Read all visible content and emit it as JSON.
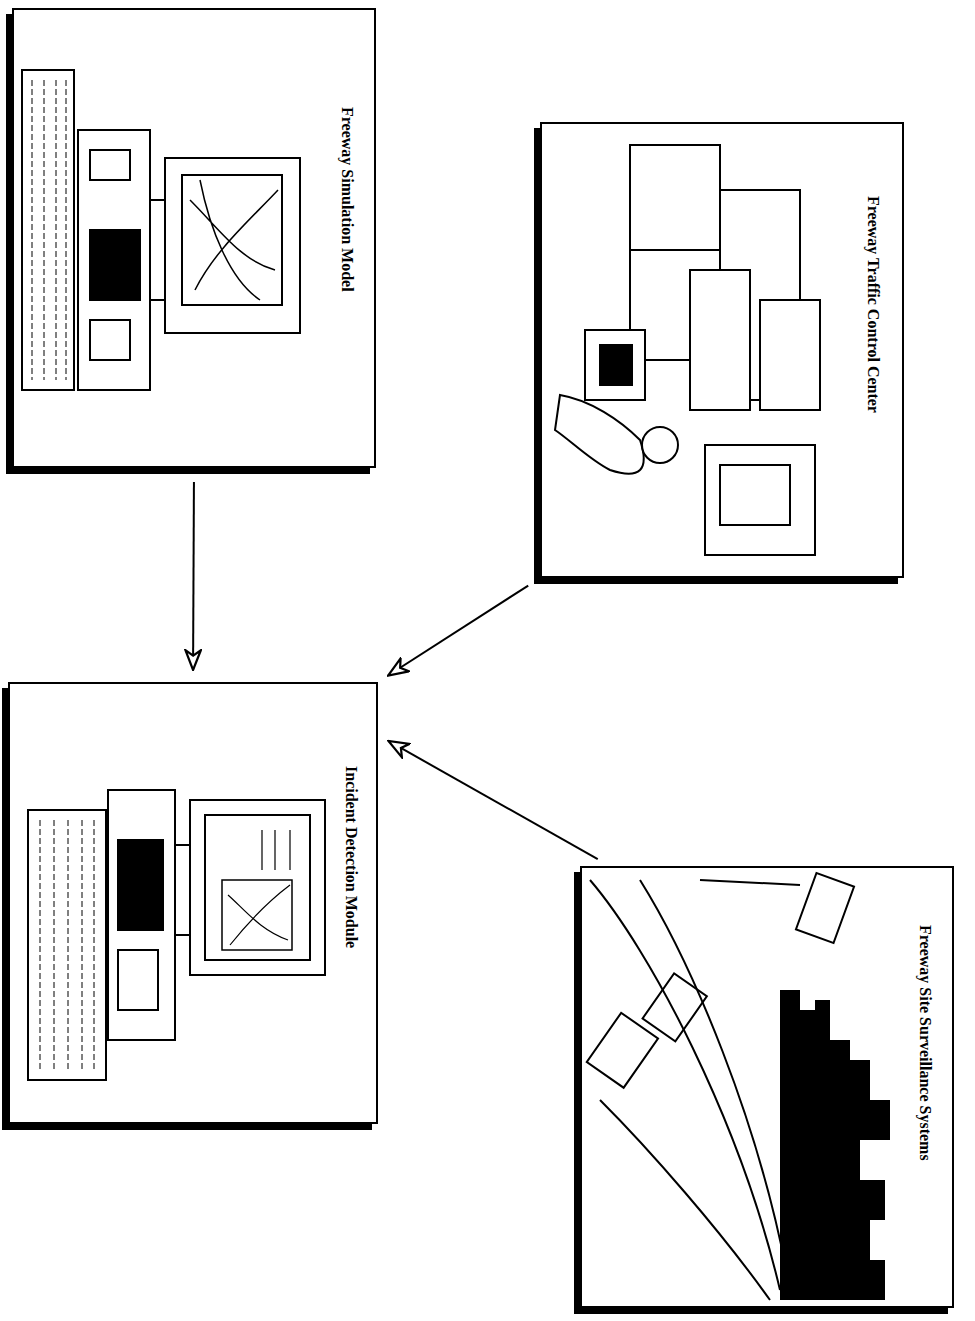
{
  "diagram": {
    "nodes": [
      {
        "text": [
          "Freeway Simulation Model"
        ]
      },
      {
        "text": [
          "Freeway Traffic Control Center"
        ]
      },
      {
        "text": [
          "Incident Detection Module"
        ]
      },
      {
        "text": [
          "Freeway Site Surveillance Systems"
        ]
      }
    ],
    "edges": [
      {
        "from": 0,
        "to": 2,
        "arrow": "to"
      },
      {
        "from": 1,
        "to": 2,
        "arrow": "to"
      },
      {
        "from": 3,
        "to": 2,
        "arrow": "to"
      }
    ]
  }
}
